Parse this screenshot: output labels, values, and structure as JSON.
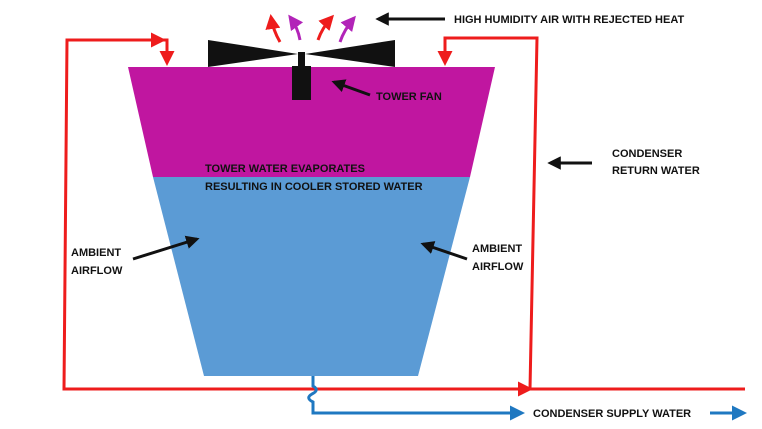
{
  "labels": {
    "exhaust": "HIGH HUMIDITY AIR WITH REJECTED HEAT",
    "fan": "TOWER FAN",
    "evaporates_line1": "TOWER WATER EVAPORATES",
    "evaporates_line2": "RESULTING IN COOLER STORED WATER",
    "return_line1": "CONDENSER",
    "return_line2": "RETURN WATER",
    "ambient_left_line1": "AMBIENT",
    "ambient_left_line2": "AIRFLOW",
    "ambient_right_line1": "AMBIENT",
    "ambient_right_line2": "AIRFLOW",
    "supply": "CONDENSER SUPPLY WATER"
  },
  "colors": {
    "tower_top": "#c016a0",
    "tower_water": "#5b9bd5",
    "return_pipe": "#ee1c1c",
    "supply_pipe": "#1f78c1",
    "fan": "#111111",
    "hot_air_arrow": "#ee1c1c",
    "humid_air_arrow": "#b224b8",
    "pointer_arrow": "#111111"
  },
  "icons": {
    "fan": "fan-icon",
    "pointer": "arrow-icon"
  }
}
